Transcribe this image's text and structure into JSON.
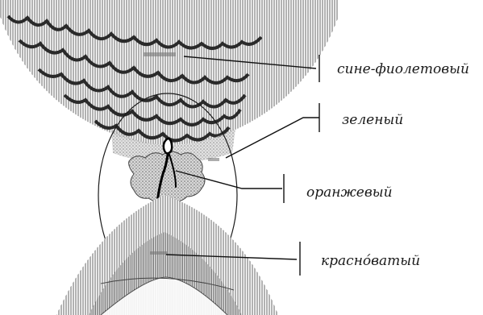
{
  "labels": [
    {
      "id": "blue-violet",
      "text": "сине-фиолетовый"
    },
    {
      "id": "green",
      "text": "зеленый"
    },
    {
      "id": "orange",
      "text": "оранжевый"
    },
    {
      "id": "reddish",
      "text": "краснóватый"
    }
  ]
}
